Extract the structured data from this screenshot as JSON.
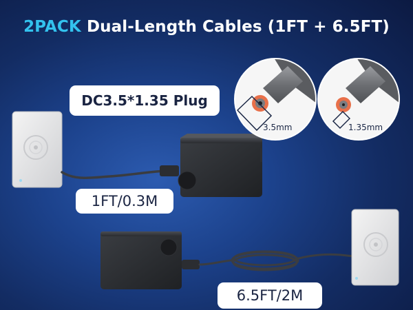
{
  "title": {
    "accent": "2PACK",
    "rest": "Dual-Length Cables (1FT + 6.5FT)"
  },
  "labels": {
    "plug": "DC3.5*1.35 Plug",
    "short_cable": "1FT/0.3M",
    "long_cable": "6.5FT/2M",
    "outer_diameter": "3.5mm",
    "inner_diameter": "1.35mm"
  },
  "colors": {
    "accent": "#33c2ee",
    "plug_tip": "#e8704a",
    "background": "#1c428c"
  }
}
